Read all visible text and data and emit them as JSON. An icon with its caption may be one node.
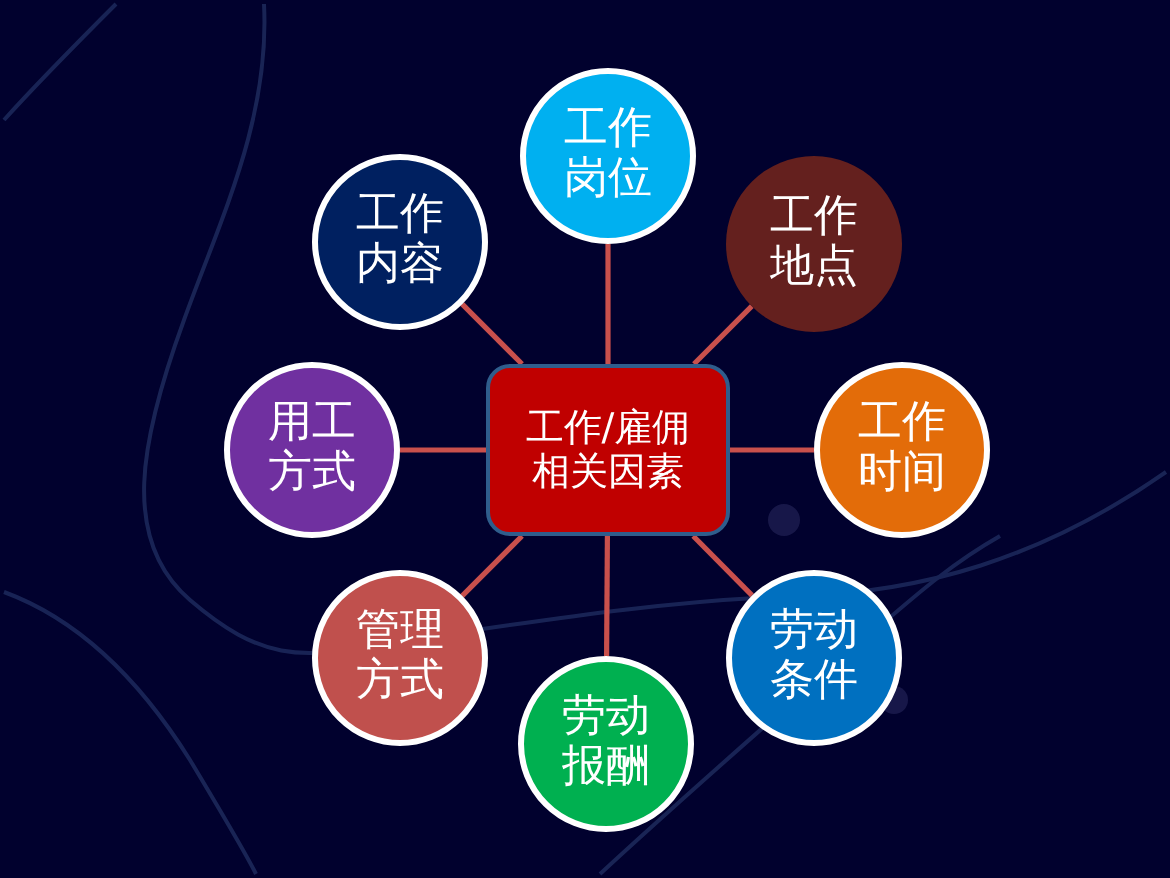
{
  "diagram": {
    "nodes": [
      {
        "text": [
          "工作/雇佣相关因素"
        ]
      },
      {
        "text": [
          "工作岗位"
        ]
      },
      {
        "text": [
          "工作地点"
        ]
      },
      {
        "text": [
          "工作时间"
        ]
      },
      {
        "text": [
          "劳动条件"
        ]
      },
      {
        "text": [
          "劳动报酬"
        ]
      },
      {
        "text": [
          "管理方式"
        ]
      },
      {
        "text": [
          "用工方式"
        ]
      },
      {
        "text": [
          "工作内容"
        ]
      }
    ],
    "edges": [
      {
        "from": 0,
        "to": 1,
        "arrow": "none"
      },
      {
        "from": 0,
        "to": 2,
        "arrow": "none"
      },
      {
        "from": 0,
        "to": 3,
        "arrow": "none"
      },
      {
        "from": 0,
        "to": 4,
        "arrow": "none"
      },
      {
        "from": 0,
        "to": 5,
        "arrow": "none"
      },
      {
        "from": 0,
        "to": 6,
        "arrow": "none"
      },
      {
        "from": 0,
        "to": 7,
        "arrow": "none"
      },
      {
        "from": 0,
        "to": 8,
        "arrow": "none"
      }
    ]
  }
}
